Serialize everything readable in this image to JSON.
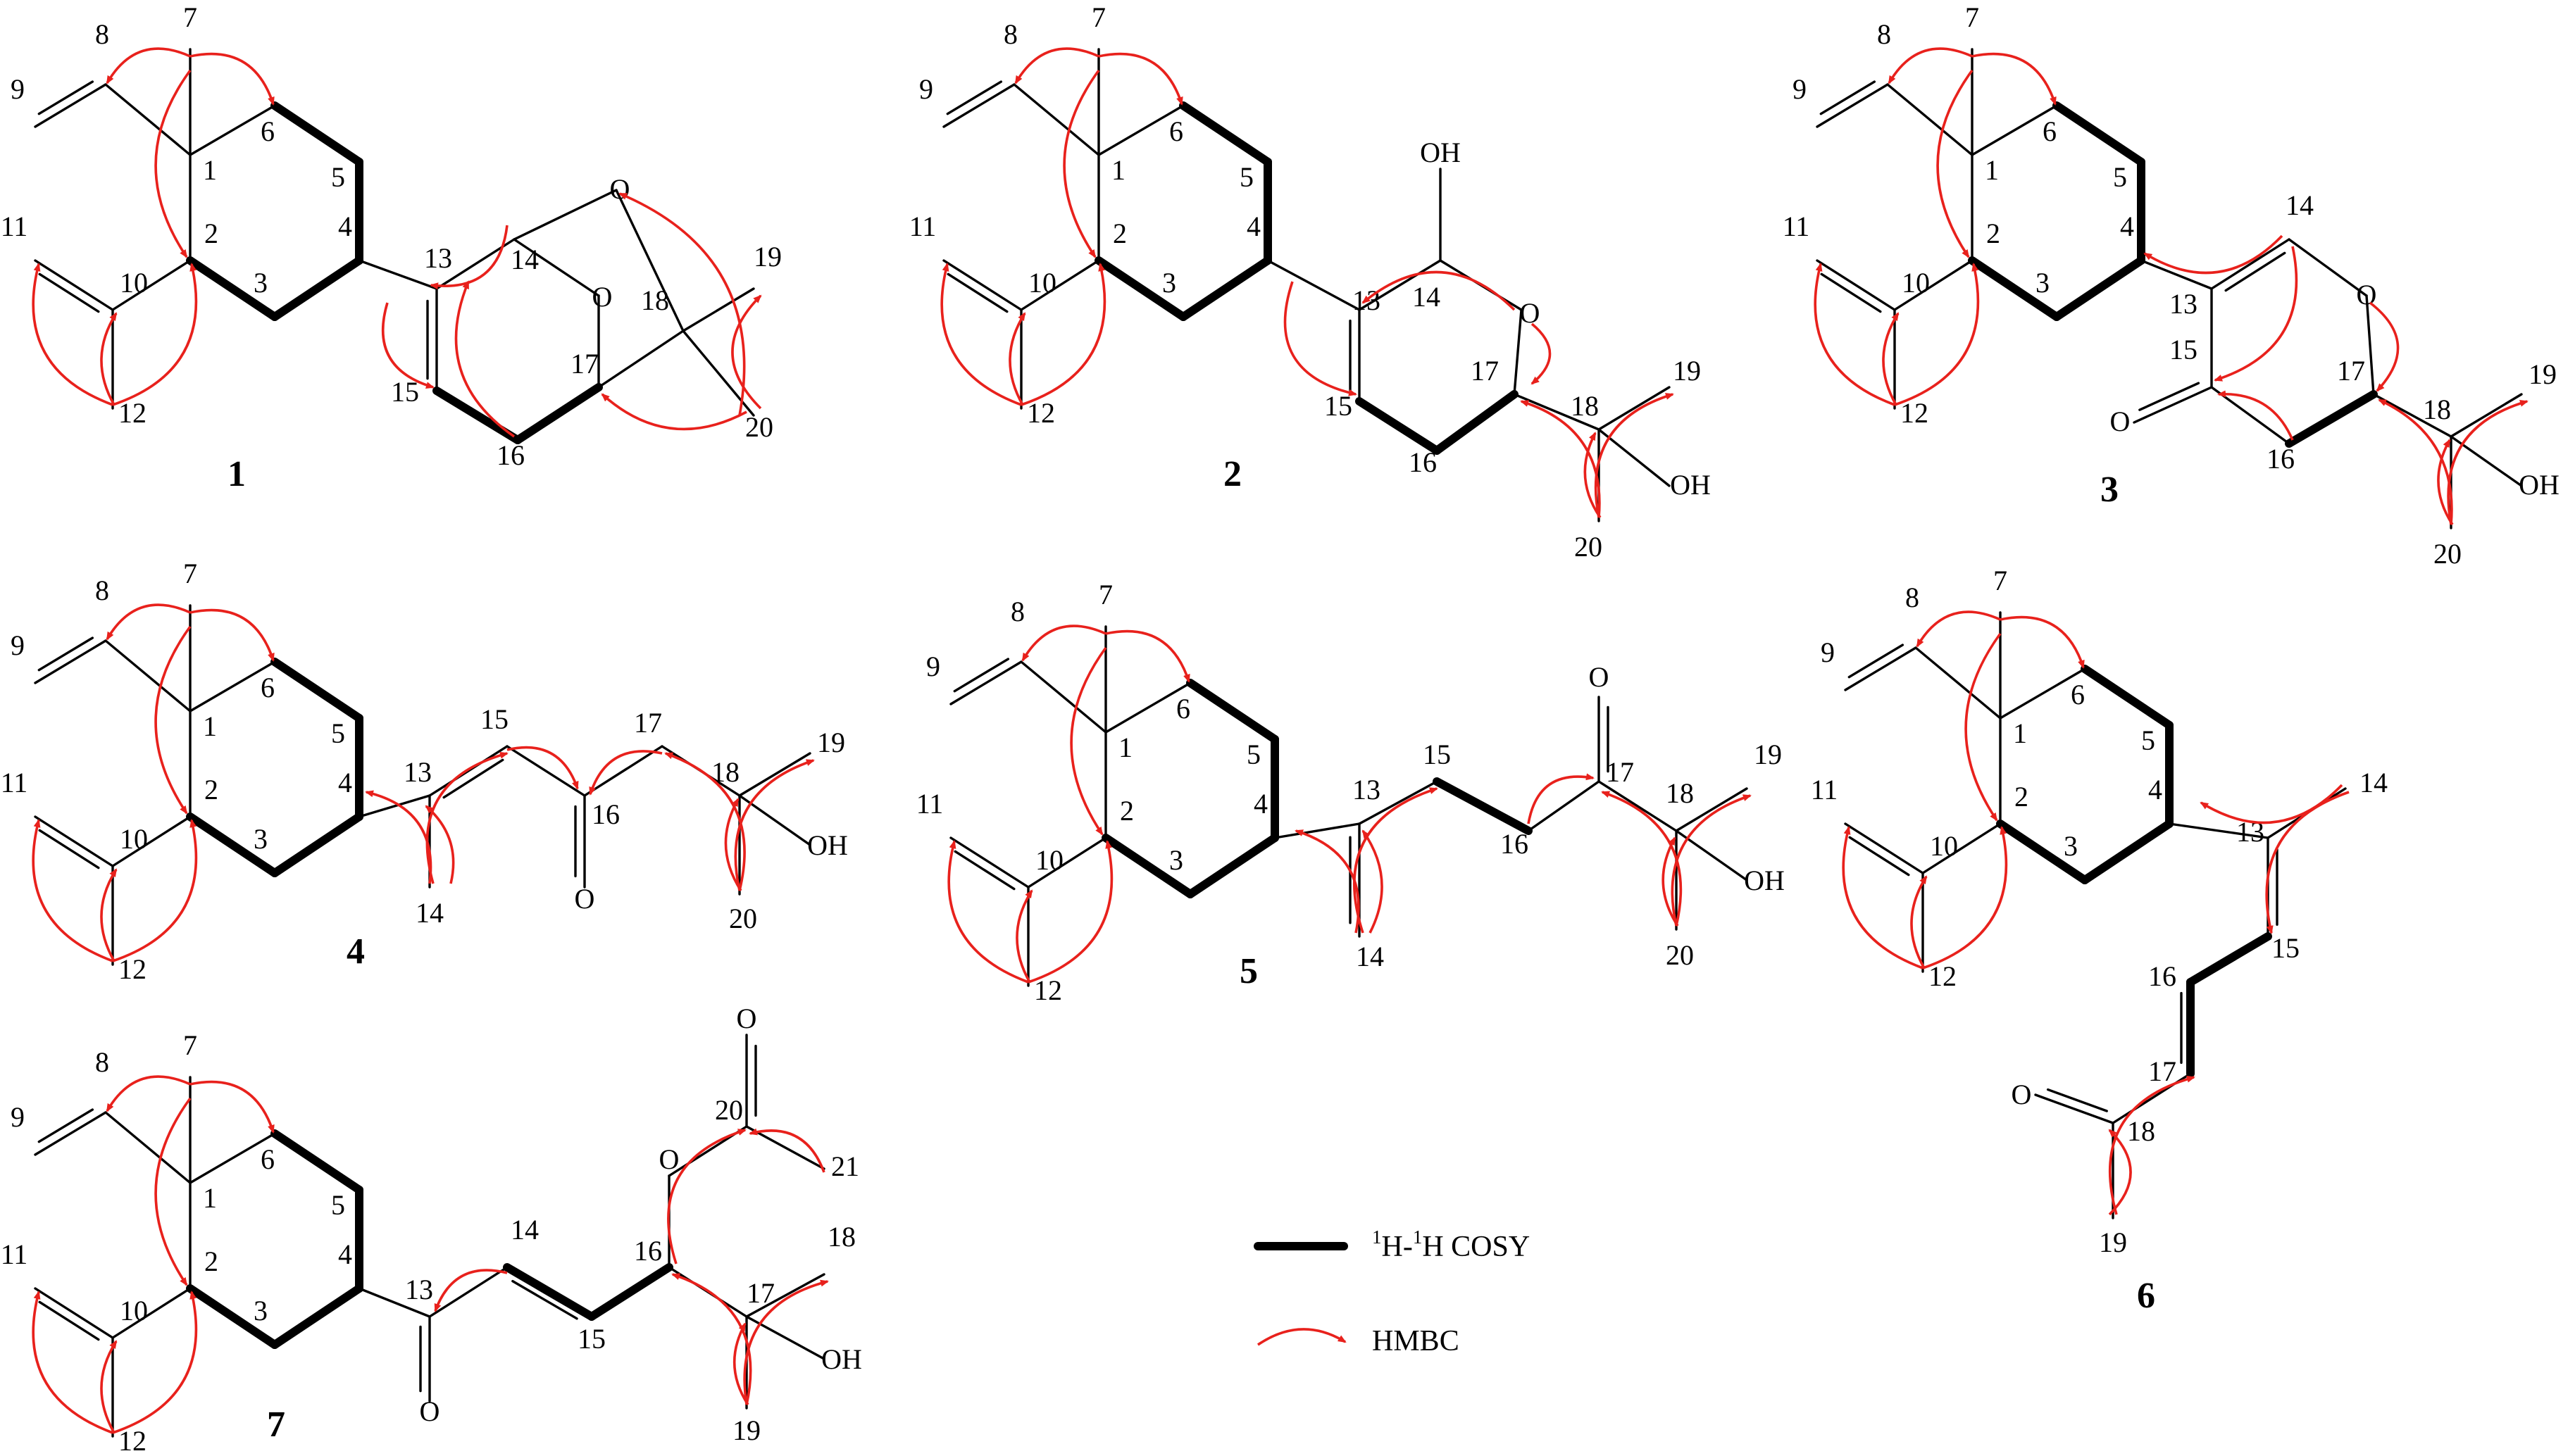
{
  "figure": {
    "compound_ids": [
      "1",
      "2",
      "3",
      "4",
      "5",
      "6",
      "7"
    ],
    "atom_labels": {
      "oxygen": "O",
      "hydroxyl": "OH"
    },
    "legend": {
      "cosy_sup": "1",
      "cosy_mid": "H-",
      "cosy_sup2": "1",
      "cosy_tail": "H COSY",
      "hmbc": "HMBC"
    },
    "colors": {
      "bond": "#000000",
      "cosy": "#000000",
      "hmbc": "#e8211c"
    }
  }
}
